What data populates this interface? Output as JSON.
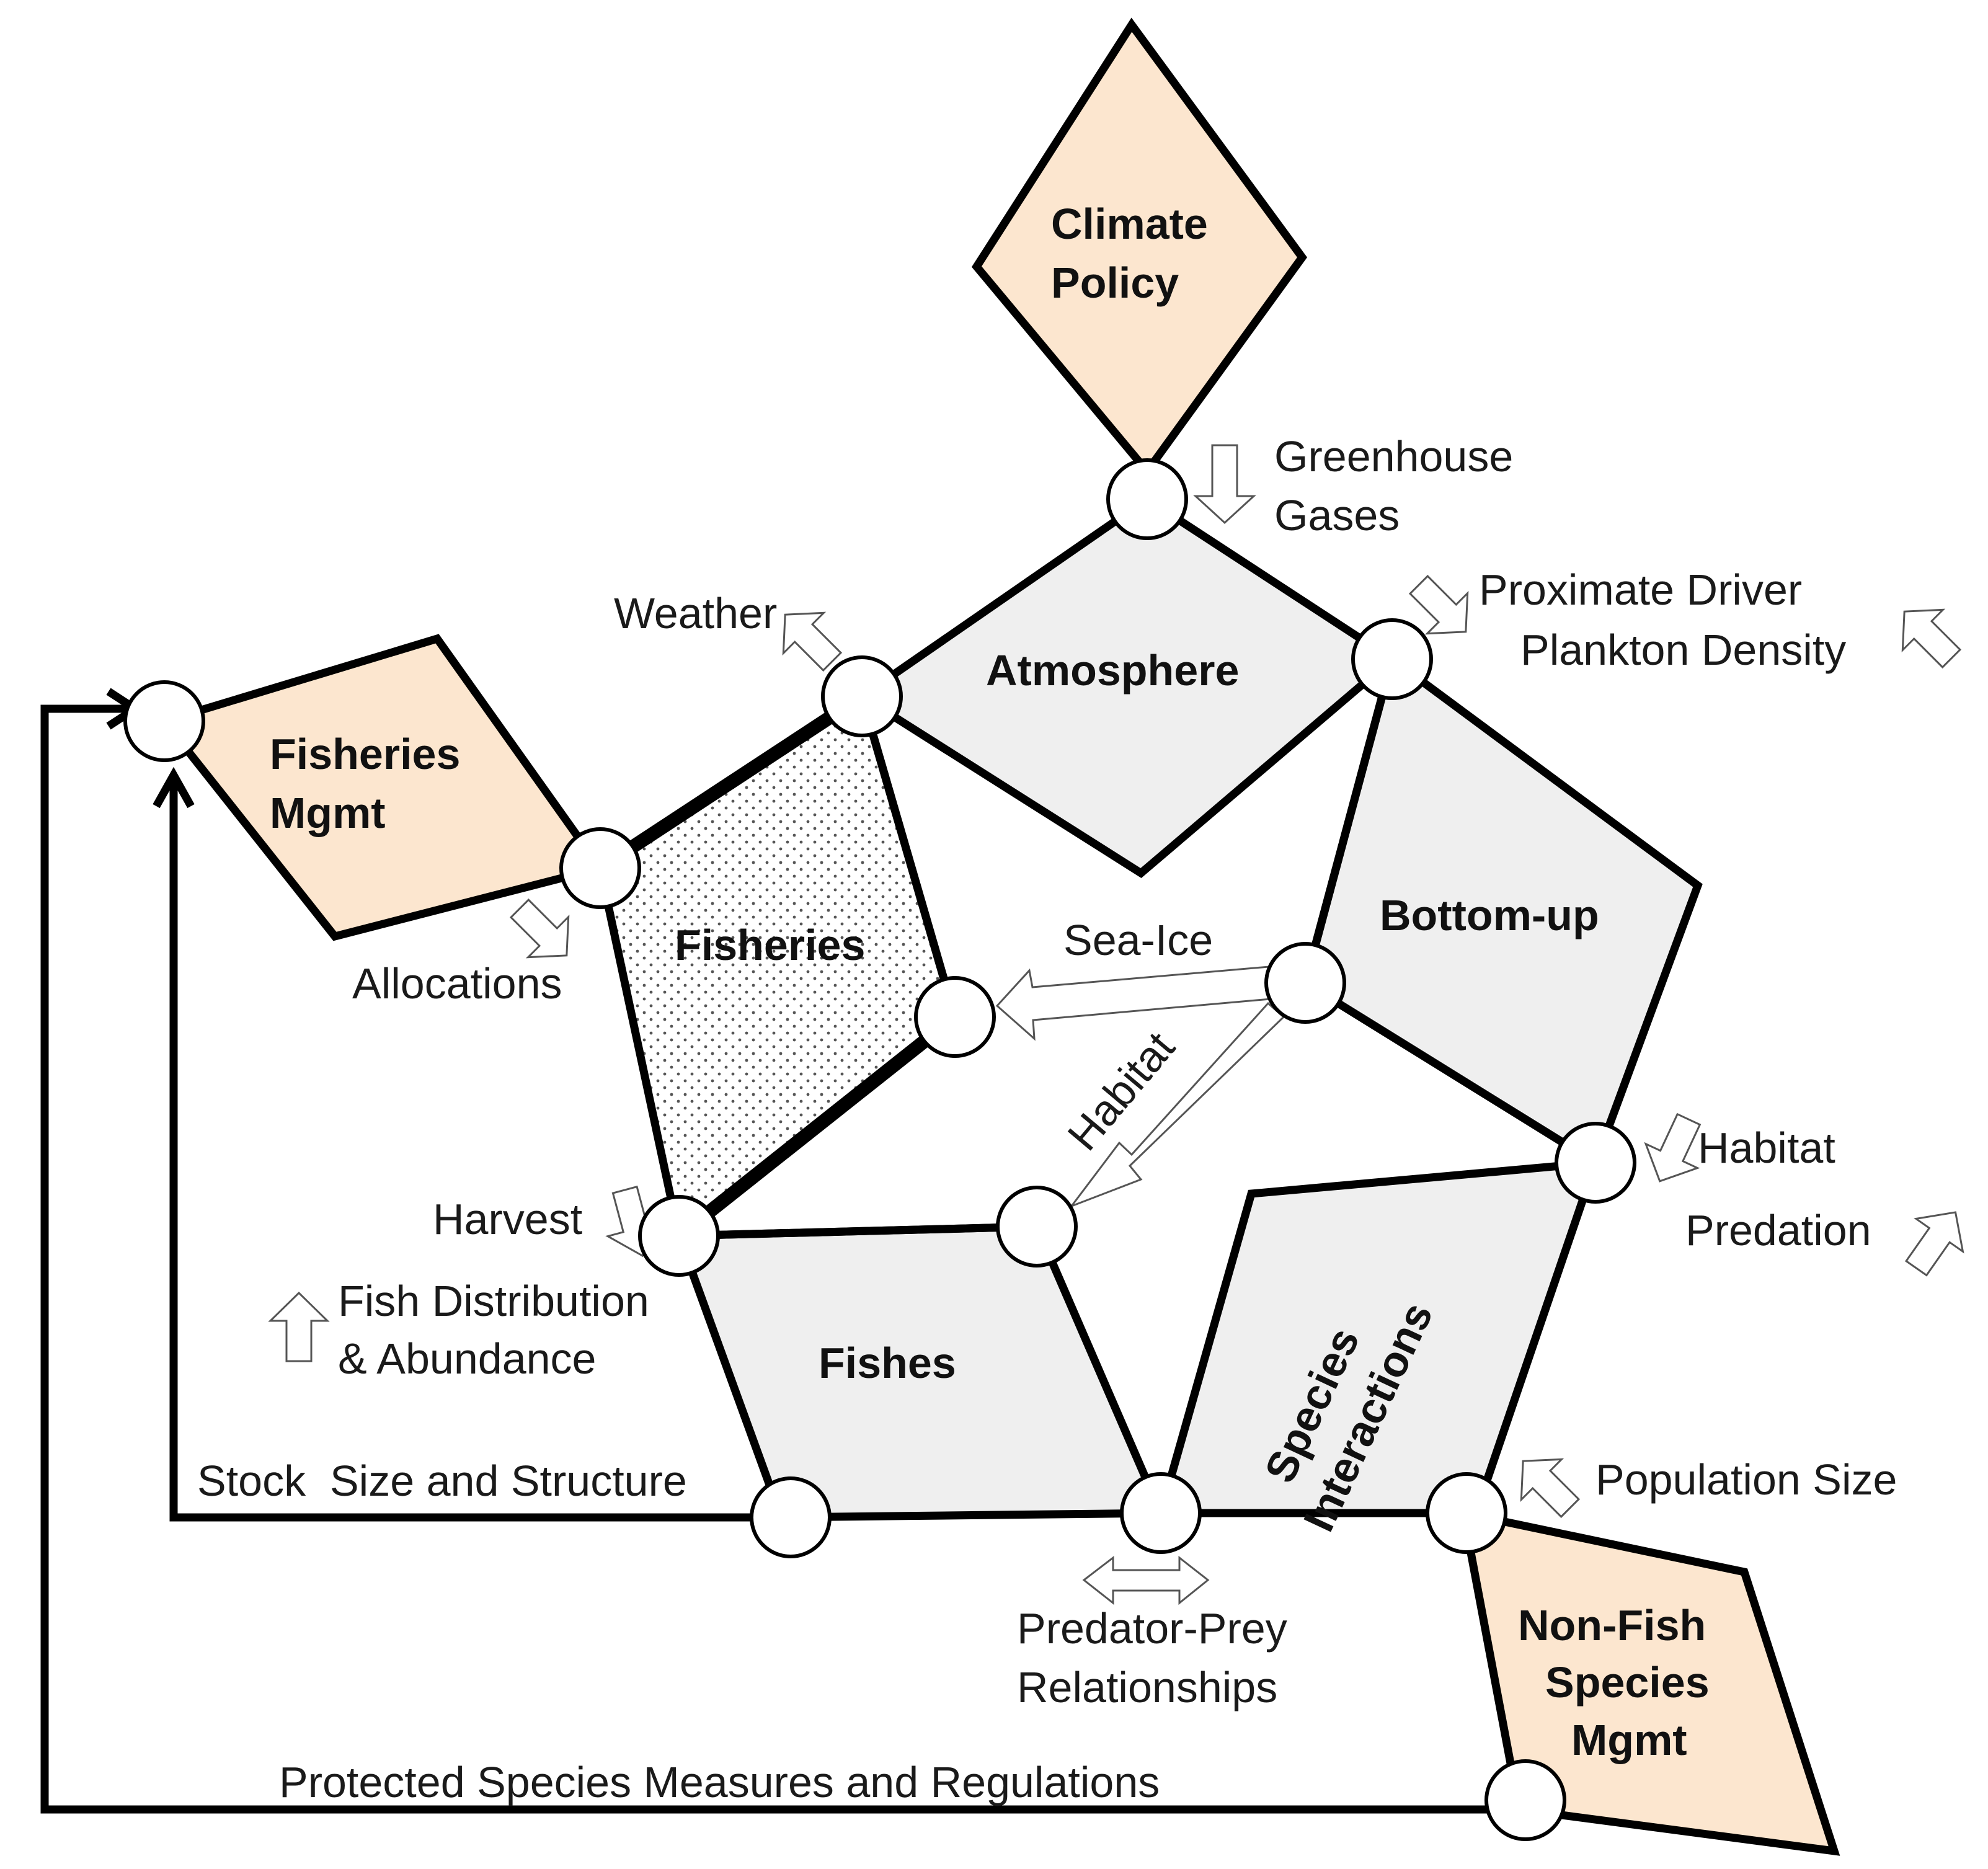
{
  "colors": {
    "mgmt_fill": "#fce6cf",
    "system_fill": "#efefef",
    "fisheries_fill": "#ffffff",
    "stroke": "#000000",
    "arrow_stroke": "#555555"
  },
  "boxes": {
    "climate_policy": [
      "Climate",
      "Policy"
    ],
    "atmosphere": "Atmosphere",
    "fisheries_mgmt": [
      "Fisheries",
      "Mgmt"
    ],
    "fisheries": "Fisheries",
    "bottom_up": "Bottom-up",
    "fishes": "Fishes",
    "species_interactions": [
      "Species",
      "Interactions"
    ],
    "non_fish_species_mgmt": [
      "Non-Fish",
      "Species",
      "Mgmt"
    ]
  },
  "labels": {
    "greenhouse_gases": [
      "Greenhouse",
      "Gases"
    ],
    "weather": "Weather",
    "proximate_driver": [
      "Proximate Driver",
      "Plankton Density"
    ],
    "allocations": "Allocations",
    "sea_ice": "Sea-Ice",
    "habitat_diagonal": "Habitat",
    "habitat_right": "Habitat",
    "predation": "Predation",
    "harvest": "Harvest",
    "fish_distribution": [
      "Fish Distribution",
      "& Abundance"
    ],
    "stock_size": "Stock  Size and Structure",
    "population_size": "Population Size",
    "predator_prey": [
      "Predator-Prey",
      "Relationships"
    ],
    "protected_species": "Protected Species Measures and Regulations"
  }
}
